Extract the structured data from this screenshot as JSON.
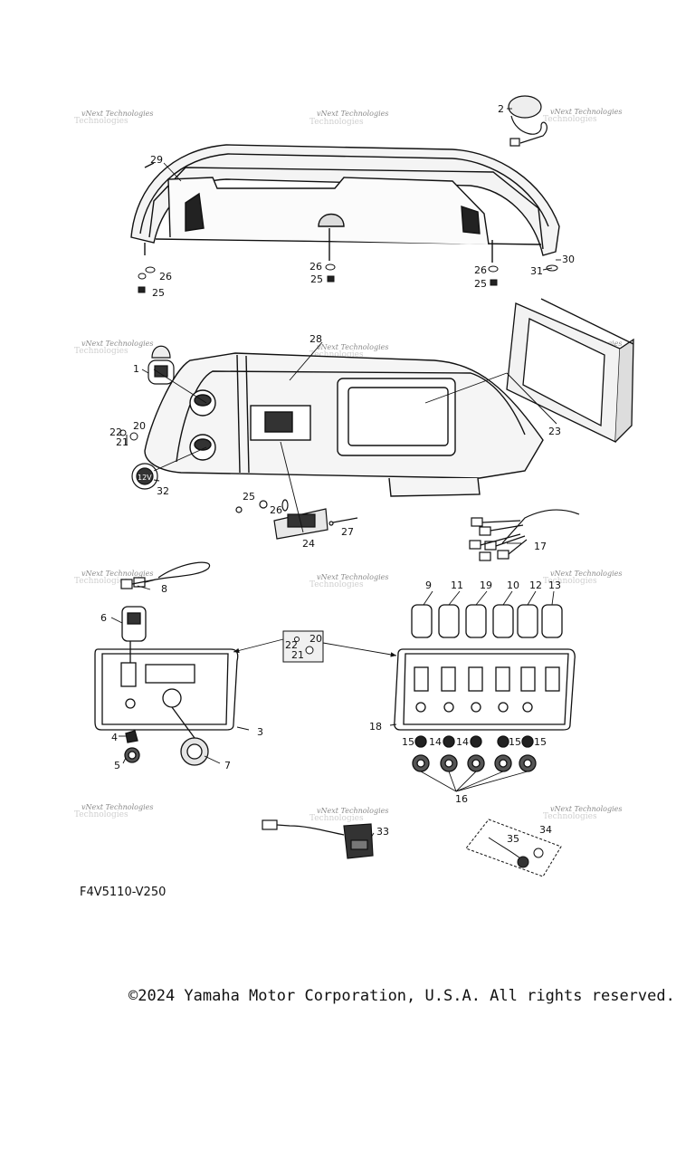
{
  "watermark": {
    "text": "vNext Technologies"
  },
  "diagram": {
    "code": "F4V5110-V250",
    "callouts": {
      "c1": "1",
      "c2": "2",
      "c3": "3",
      "c4": "4",
      "c5": "5",
      "c6": "6",
      "c7": "7",
      "c8": "8",
      "c9": "9",
      "c10": "10",
      "c11": "11",
      "c12": "12",
      "c13": "13",
      "c14a": "14",
      "c14b": "14",
      "c15a": "15",
      "c15b": "15",
      "c15c": "15",
      "c16": "16",
      "c17": "17",
      "c18": "18",
      "c19": "19",
      "c20a": "20",
      "c20b": "20",
      "c21a": "21",
      "c21b": "21",
      "c22a": "22",
      "c22b": "22",
      "c23": "23",
      "c24": "24",
      "c25a": "25",
      "c25b": "25",
      "c25c": "25",
      "c25d": "25",
      "c26a": "26",
      "c26b": "26",
      "c26c": "26",
      "c26d": "26",
      "c27": "27",
      "c28": "28",
      "c29": "29",
      "c30": "30",
      "c31": "31",
      "c32": "32",
      "c33": "33",
      "c34": "34",
      "c35": "35"
    },
    "icon_labels": {
      "socket_12v": "12V"
    }
  },
  "footer": {
    "copyright": "©2024 Yamaha Motor Corporation, U.S.A. All rights reserved."
  }
}
